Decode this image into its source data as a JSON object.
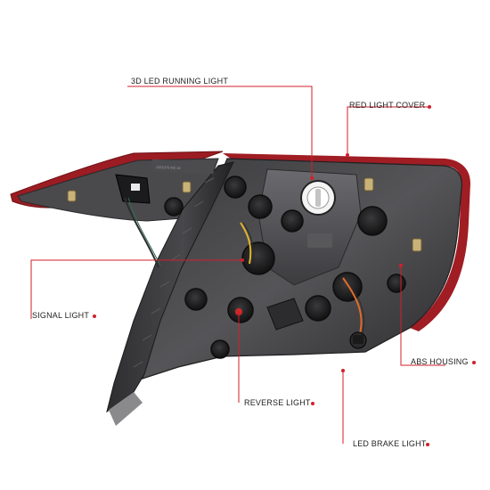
{
  "accent_color": "#d21f2b",
  "labels": {
    "running_light": "3D LED RUNNING LIGHT",
    "red_cover": "RED LIGHT COVER",
    "signal_light": "SIGNAL LIGHT",
    "abs_housing": "ABS HOUSING",
    "reverse_light": "REVERSE LIGHT",
    "brake_light": "LED BRAKE LIGHT"
  },
  "housing_stamp": "1101076 MZ 16"
}
